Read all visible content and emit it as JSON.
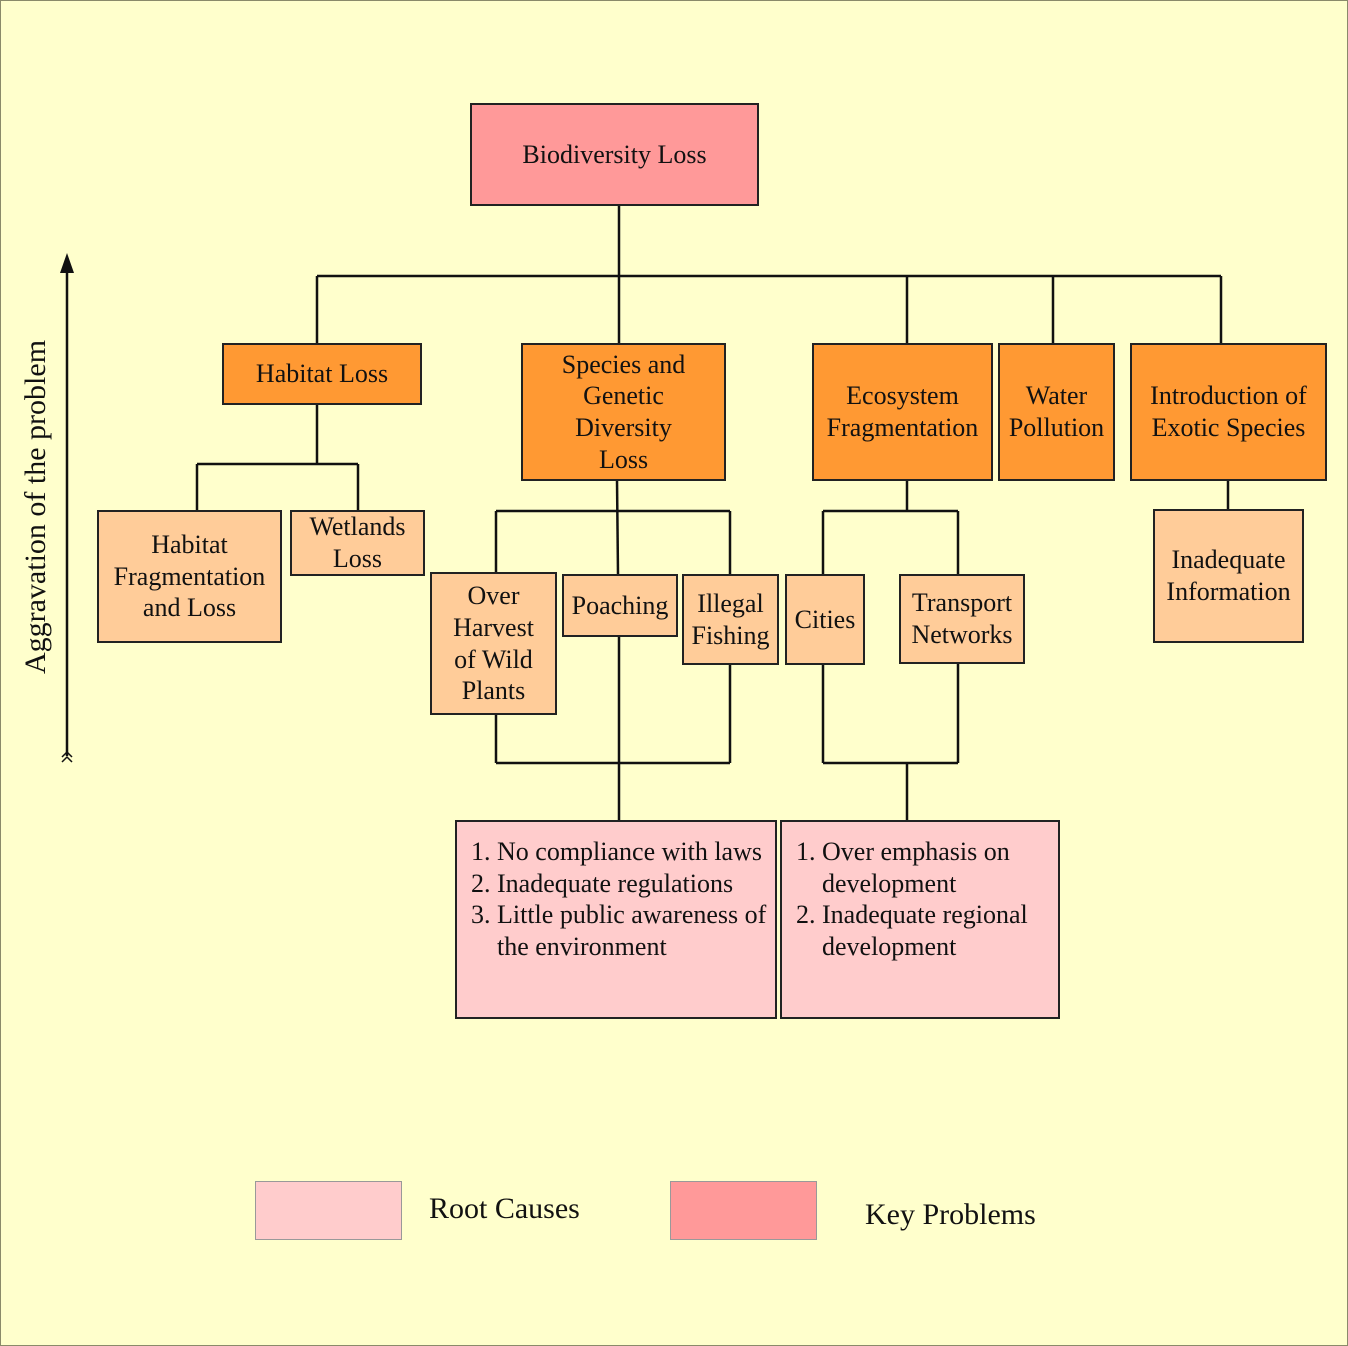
{
  "axis": {
    "label": "Aggravation of the problem"
  },
  "nodes": {
    "biodiversity_loss": "Biodiversity Loss",
    "habitat_loss": "Habitat Loss",
    "species_genetic": "Species and\nGenetic\nDiversity\nLoss",
    "ecosystem_frag": "Ecosystem\nFragmentation",
    "water_pollution": "Water\nPollution",
    "exotic_species": "Introduction of\nExotic Species",
    "habitat_frag_loss": "Habitat\nFragmentation\nand Loss",
    "wetlands_loss": "Wetlands\nLoss",
    "over_harvest": "Over\nHarvest\nof Wild\nPlants",
    "poaching": "Poaching",
    "illegal_fishing": "Illegal\nFishing",
    "cities": "Cities",
    "transport": "Transport\nNetworks",
    "inadequate_info": "Inadequate\nInformation"
  },
  "root_causes_1": [
    "No compliance with laws",
    "Inadequate regulations",
    "Little public awareness of the environment"
  ],
  "root_causes_2": [
    "Over emphasis on development",
    "Inadequate regional development"
  ],
  "legend": {
    "root_causes": "Root Causes",
    "key_problems": "Key Problems"
  },
  "colors": {
    "background": "#FFFFCC",
    "key_problem": "#FF9999",
    "main_cause": "#FF9933",
    "sub_cause": "#FFCC99",
    "root_cause": "#FFCCCC"
  }
}
